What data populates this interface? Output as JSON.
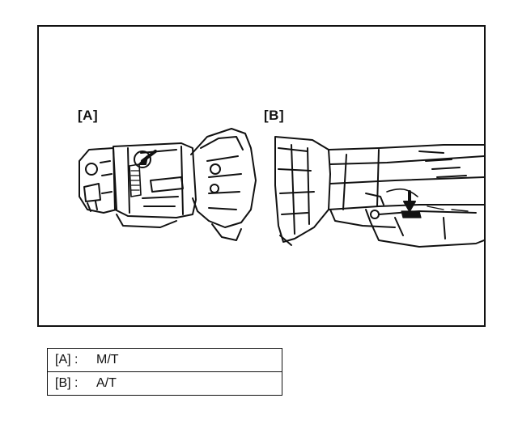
{
  "figure": {
    "panel_a_label": "[A]",
    "panel_b_label": "[B]"
  },
  "legend": {
    "rows": [
      {
        "key": "[A] :",
        "value": "M/T"
      },
      {
        "key": "[B] :",
        "value": "A/T"
      }
    ]
  }
}
